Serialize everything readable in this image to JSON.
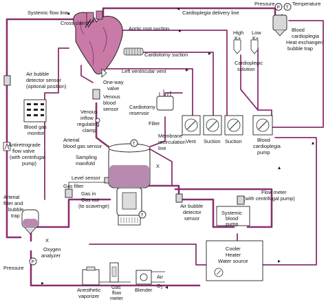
{
  "labels": {
    "systemic_flow_line": "Systemic flow line",
    "cardioplegia_delivery_line": "Cardioplegia delivery line",
    "pressure": "Pressure",
    "temperature": "Temperature",
    "p_glyph": "P",
    "t_glyph": "T",
    "cross_clamp": "Cross clamp",
    "aortic_root_suction": "Aortic root suction",
    "high_k": "High",
    "low_k": "Low",
    "k_plus": "K+",
    "blood_cardioplegia_hx": [
      "Blood",
      "cardioplegia",
      "Heat exchanger/",
      "bubble trap"
    ],
    "cardiotomy_suction": "Cardiotomy suction",
    "cardioplegic_solution": [
      "Cardioplegic",
      "solution"
    ],
    "left_ventricular_vent": "Left ventricular vent",
    "one_way_valve": [
      "One-way",
      "valve"
    ],
    "air_bubble_sensor_opt": [
      "Air bubble",
      "detector sensor",
      "(optional position)"
    ],
    "venous_blood_sensor": [
      "Venous",
      "blood",
      "sensor"
    ],
    "cardiotomy_reservoir": [
      "Cardiotomy",
      "reservoir"
    ],
    "venous_inflow_clamp": [
      "Venous",
      "inflow",
      "regulating",
      "clamp"
    ],
    "blood_gas_monitor": [
      "Blood gas",
      "monitor"
    ],
    "filter": "Filter",
    "vent": "Vent",
    "suction1": "Suction",
    "suction2": "Suction",
    "blood_cardioplegia_pump": [
      "Blood",
      "cardioplegia",
      "pump"
    ],
    "arterial_blood_gas_sensor": [
      "Arterial",
      "blood gas sensor"
    ],
    "membrane_recirculation": [
      "Membrane",
      "recirculation",
      "line"
    ],
    "antiretrograde_valve": [
      "Antiretrograde",
      "flow valve",
      "(with centrifugal",
      "pump)"
    ],
    "sampling_manifold": [
      "Sampling",
      "manifold"
    ],
    "level_sensor": "Level sensor",
    "gas_filter": "Gas filter",
    "gas_in": "Gas in",
    "gas_out": [
      "Gas out",
      "(to scavenge)"
    ],
    "flow_meter": [
      "Flow meter",
      "(with centrifugal pump)"
    ],
    "arterial_filter": [
      "Arterial",
      "filter and",
      "bubble",
      "trap"
    ],
    "air_bubble_sensor": [
      "Air bubble",
      "detector",
      "sensor"
    ],
    "systemic_blood_pump": [
      "Systemic",
      "blood",
      "pump"
    ],
    "oxygen_analyzer": [
      "Oxygen",
      "analyzer"
    ],
    "pressure_bottom": "Pressure",
    "cooler_heater": [
      "Cooler",
      "Heater",
      "Water source"
    ],
    "anesthetic_vaporizer": [
      "Anesthetic",
      "vaporizer"
    ],
    "gas_flow_meter": [
      "Gas",
      "flow",
      "meter"
    ],
    "blender": "Blender",
    "air": "Air",
    "o2": "O",
    "o2_sub": "2",
    "x_mark": "X"
  },
  "colors": {
    "tubing": "#8a2f6e",
    "blood_fill": "#b98ab0",
    "heart": "#c97aa7",
    "outline": "#222222"
  }
}
